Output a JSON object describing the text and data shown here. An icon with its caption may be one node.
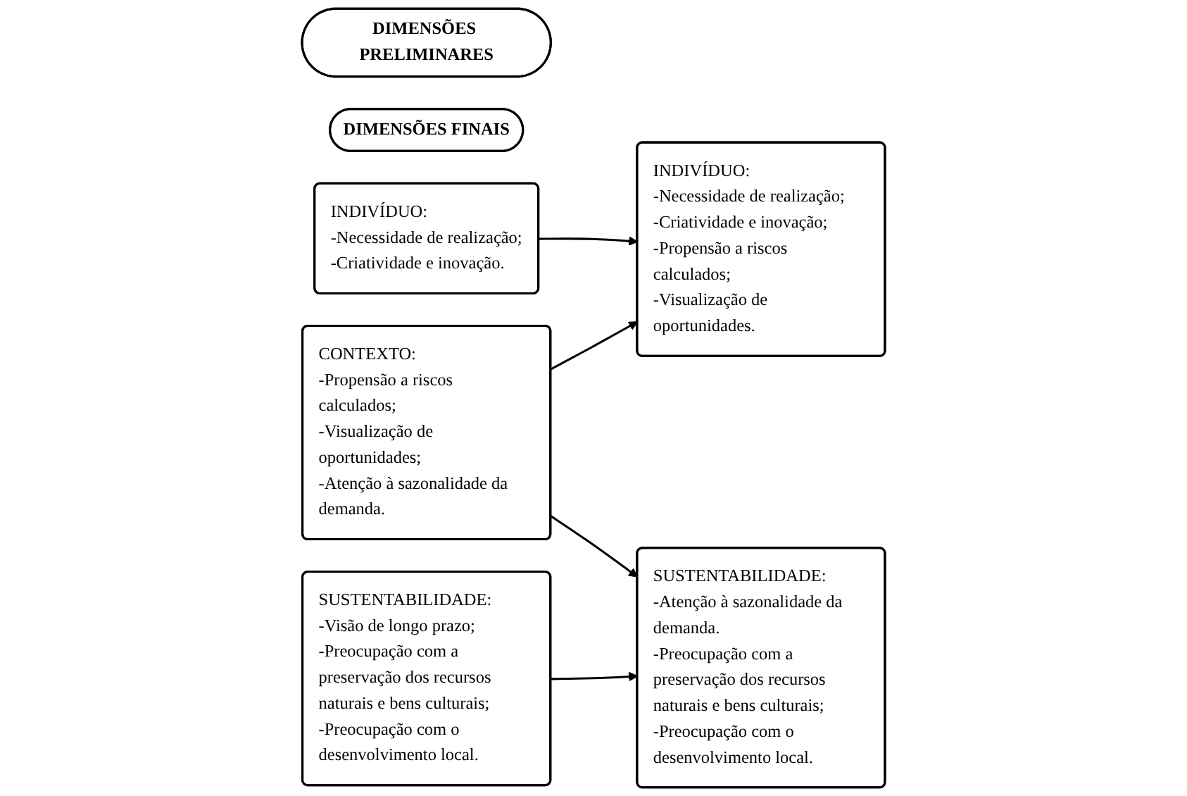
{
  "diagram": {
    "nodes": [
      {
        "text": [
          "DIMENSÕES PRELIMINARES"
        ]
      },
      {
        "text": [
          "DIMENSÕES FINAIS"
        ]
      },
      {
        "text": [
          "INDIVÍDUO:",
          "-Necessidade de realização;",
          "-Criatividade e inovação."
        ]
      },
      {
        "text": [
          "INDIVÍDUO:",
          "-Necessidade de realização;",
          "-Criatividade e inovação;",
          "-Propensão a riscos calculados;",
          "-Visualização de oportunidades."
        ]
      },
      {
        "text": [
          "CONTEXTO:",
          "-Propensão a riscos calculados;",
          "-Visualização de oportunidades;",
          "-Atenção à sazonalidade da demanda."
        ]
      },
      {
        "text": [
          "SUSTENTABILIDADE:",
          "-Atenção à sazonalidade da demanda.",
          "-Preocupação com a preservação dos recursos naturais e bens culturais;",
          "-Preocupação com o desenvolvimento local."
        ]
      },
      {
        "text": [
          "SUSTENTABILIDADE:",
          "-Visão de longo prazo;",
          "-Preocupação com a preservação dos recursos naturais e bens culturais;",
          "-Preocupação com o desenvolvimento local."
        ]
      }
    ],
    "edges": [
      {
        "from": 2,
        "to": 3,
        "arrow": "to"
      },
      {
        "from": 4,
        "to": 3,
        "arrow": "to"
      },
      {
        "from": 4,
        "to": 5,
        "arrow": "to"
      },
      {
        "from": 6,
        "to": 5,
        "arrow": "to"
      }
    ]
  }
}
